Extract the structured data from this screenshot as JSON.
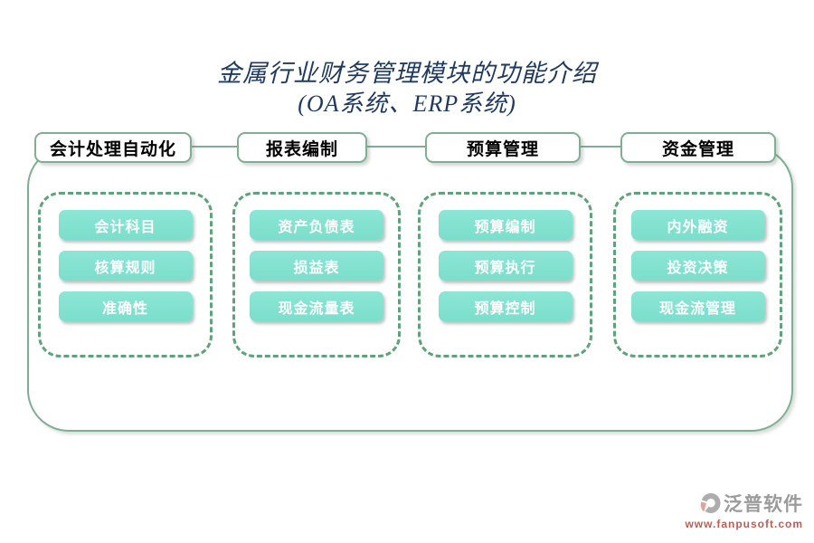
{
  "title": {
    "line1": "金属行业财务管理模块的功能介绍",
    "line2": "(OA系统、ERP系统)"
  },
  "columns": [
    {
      "header": "会计处理自动化",
      "items": [
        "会计科目",
        "核算规则",
        "准确性"
      ]
    },
    {
      "header": "报表编制",
      "items": [
        "资产负债表",
        "损益表",
        "现金流量表"
      ]
    },
    {
      "header": "预算管理",
      "items": [
        "预算编制",
        "预算执行",
        "预算控制"
      ]
    },
    {
      "header": "资金管理",
      "items": [
        "内外融资",
        "投资决策",
        "现金流管理"
      ]
    }
  ],
  "watermark": {
    "brand": "泛普软件",
    "url": "www.fanpusoft.com",
    "logo_icon": "fanpu-logo-icon"
  },
  "colors": {
    "title_navy": "#1F3A5F",
    "frame_green": "#7FAE92",
    "dash_green": "#5FA37C",
    "button_teal": "#7BDECB",
    "button_text": "#FFFFFF",
    "watermark_gray": "#9B9B9B",
    "watermark_red": "#C25B4E"
  }
}
